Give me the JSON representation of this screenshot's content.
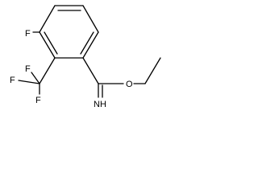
{
  "molecule": {
    "atom_labels": {
      "f_ring": "F",
      "f_cf3_left": "F",
      "f_cf3_top": "F",
      "f_cf3_bottom": "F",
      "imine": "NH",
      "ether_oxygen": "O"
    },
    "colors": {
      "bond": "#000000",
      "label": "#000000",
      "background": "#ffffff"
    }
  }
}
